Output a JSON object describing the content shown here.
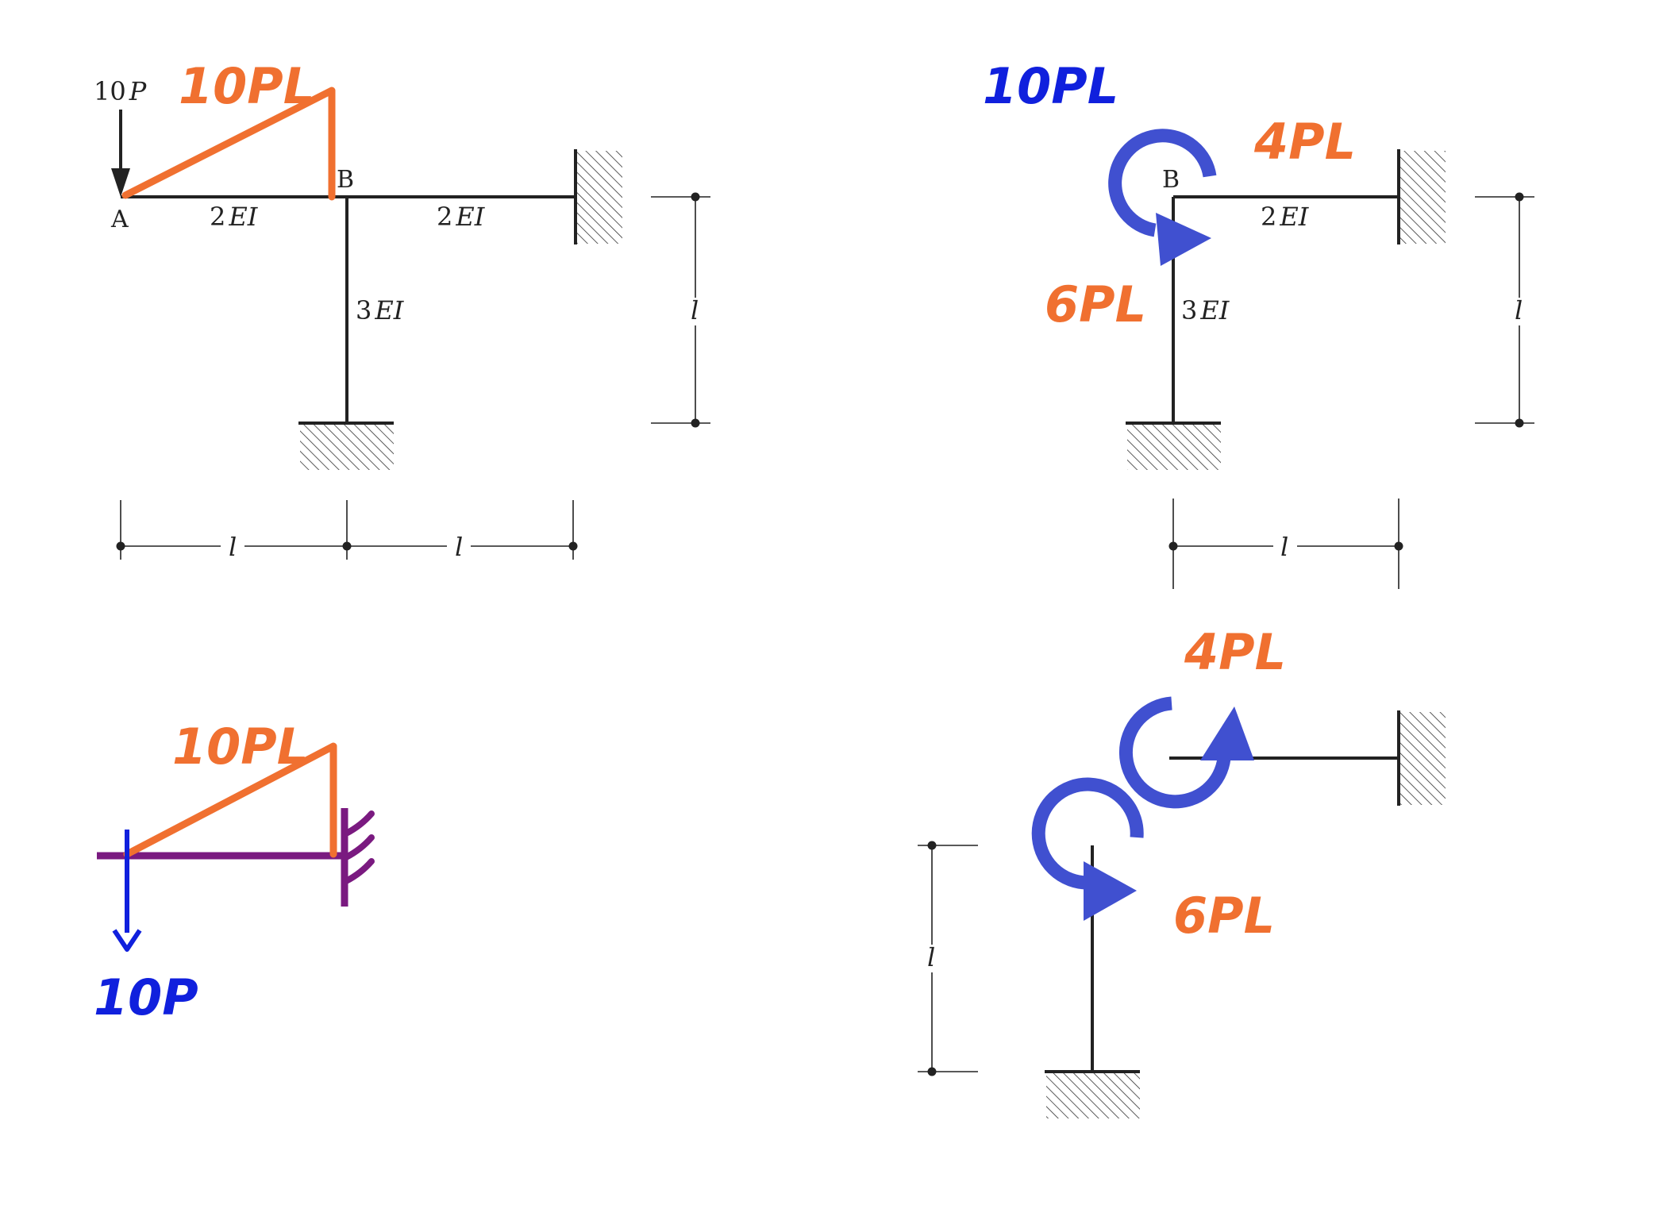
{
  "colors": {
    "moment_diagram": "#f07030",
    "moment_arrow": "#4050d0",
    "load_arrow_blue": "#1020dd",
    "cantilever": "#7a1a80",
    "structure": "#222222"
  },
  "panel_1": {
    "load_label": "10P",
    "load_label_num": "10",
    "load_label_var": "P",
    "moment_label": "10PL",
    "node_a": "A",
    "node_b": "B",
    "stiffness_ab": "2EI",
    "stiffness_ab_num": "2",
    "stiffness_ab_var": "EI",
    "stiffness_bc": "2EI",
    "stiffness_bc_num": "2",
    "stiffness_bc_var": "EI",
    "stiffness_col": "3EI",
    "stiffness_col_num": "3",
    "stiffness_col_var": "EI",
    "dim_height": "l",
    "dim_span_left": "l",
    "dim_span_right": "l"
  },
  "panel_2": {
    "applied_moment": "10PL",
    "beam_moment": "4PL",
    "column_moment": "6PL",
    "node_b": "B",
    "stiffness_beam": "2EI",
    "stiffness_beam_num": "2",
    "stiffness_beam_var": "EI",
    "stiffness_col": "3EI",
    "stiffness_col_num": "3",
    "stiffness_col_var": "EI",
    "dim_height": "l",
    "dim_span": "l"
  },
  "panel_3": {
    "moment_label": "10PL",
    "load_label": "10P"
  },
  "panel_4": {
    "beam_moment": "4PL",
    "column_moment": "6PL",
    "dim_height": "l"
  }
}
